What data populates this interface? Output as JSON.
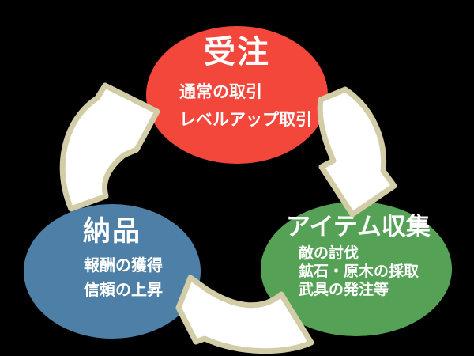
{
  "background_color": "#000000",
  "palette": {
    "node_order_color": "#f4473b",
    "node_collect_color": "#55a155",
    "node_deliver_color": "#4e7fa6",
    "arrow_fill": "#ffffff",
    "arrow_outline": "#d2cca7",
    "text_color": "#ffffff"
  },
  "diagram": {
    "type": "cycle",
    "nodes": [
      {
        "id": "order",
        "title": "受注",
        "color": "#f4473b",
        "items": [
          "通常の取引",
          "レベルアップ取引"
        ]
      },
      {
        "id": "item-collect",
        "title": "アイテム収集",
        "color": "#55a155",
        "items": [
          "敵の討伐",
          "鉱石・原木の採取",
          "武具の発注等"
        ]
      },
      {
        "id": "delivery",
        "title": "納品",
        "color": "#4e7fa6",
        "items": [
          "報酬の獲得",
          "信頼の上昇"
        ]
      }
    ],
    "arrows": [
      {
        "from": "受注",
        "to": "アイテム収集"
      },
      {
        "from": "アイテム収集",
        "to": "納品"
      },
      {
        "from": "納品",
        "to": "受注"
      }
    ]
  }
}
